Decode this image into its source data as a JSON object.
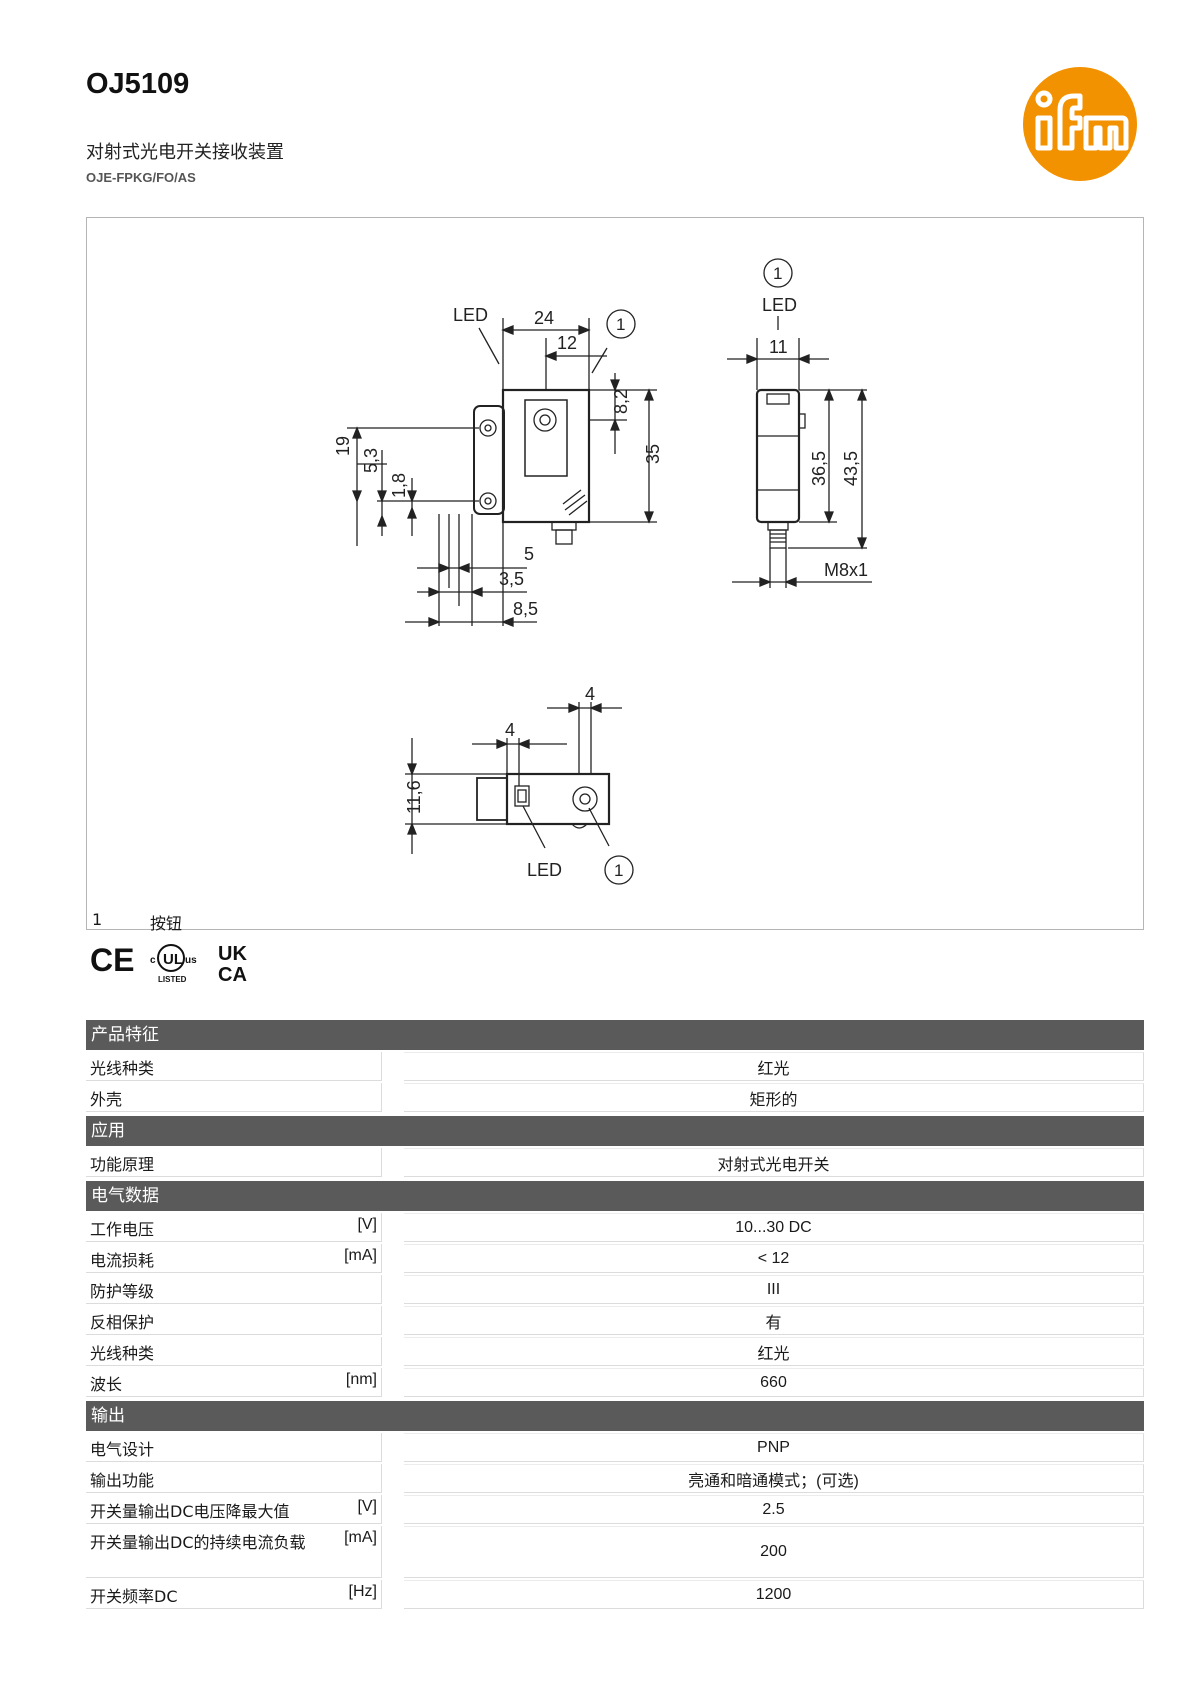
{
  "header": {
    "product_code": "OJ5109",
    "subtitle": "对射式光电开关接收装置",
    "article": "OJE-FPKG/FO/AS"
  },
  "logo": {
    "color": "#f39200"
  },
  "drawing": {
    "labels": {
      "led": "LED",
      "circled_1": "1",
      "d24": "24",
      "d12": "12",
      "d82": "8,2",
      "d35": "35",
      "d19": "19",
      "d53": "5,3",
      "d18": "1,8",
      "d5": "5",
      "d35b": "3,5",
      "d85": "8,5",
      "d11": "11",
      "d365": "36,5",
      "d435": "43,5",
      "m8": "M8x1",
      "d4a": "4",
      "d4b": "4",
      "d116": "11,6"
    },
    "legend": [
      {
        "num": "1",
        "text": "按钮"
      }
    ]
  },
  "certs": {
    "ce": "CE",
    "ul_c": "c",
    "ul_us": "us",
    "ul_listed": "LISTED",
    "ukca_top": "UK",
    "ukca_bottom": "CA"
  },
  "specs": [
    {
      "title": "产品特征",
      "rows": [
        {
          "label": "光线种类",
          "unit": "",
          "value": "红光"
        },
        {
          "label": "外壳",
          "unit": "",
          "value": "矩形的"
        }
      ]
    },
    {
      "title": "应用",
      "rows": [
        {
          "label": "功能原理",
          "unit": "",
          "value": "对射式光电开关"
        }
      ]
    },
    {
      "title": "电气数据",
      "rows": [
        {
          "label": "工作电压",
          "unit": "[V]",
          "value": "10...30 DC"
        },
        {
          "label": "电流损耗",
          "unit": "[mA]",
          "value": "< 12"
        },
        {
          "label": "防护等级",
          "unit": "",
          "value": "III"
        },
        {
          "label": "反相保护",
          "unit": "",
          "value": "有"
        },
        {
          "label": "光线种类",
          "unit": "",
          "value": "红光"
        },
        {
          "label": "波长",
          "unit": "[nm]",
          "value": "660"
        }
      ]
    },
    {
      "title": "输出",
      "rows": [
        {
          "label": "电气设计",
          "unit": "",
          "value": "PNP"
        },
        {
          "label": "输出功能",
          "unit": "",
          "value": "亮通和暗通模式；(可选)"
        },
        {
          "label": "开关量输出DC电压降最大值",
          "unit": "[V]",
          "value": "2.5"
        },
        {
          "label": "开关量输出DC的持续电流负载",
          "unit": "[mA]",
          "value": "200"
        },
        {
          "label": "开关频率DC",
          "unit": "[Hz]",
          "value": "1200"
        }
      ]
    }
  ]
}
